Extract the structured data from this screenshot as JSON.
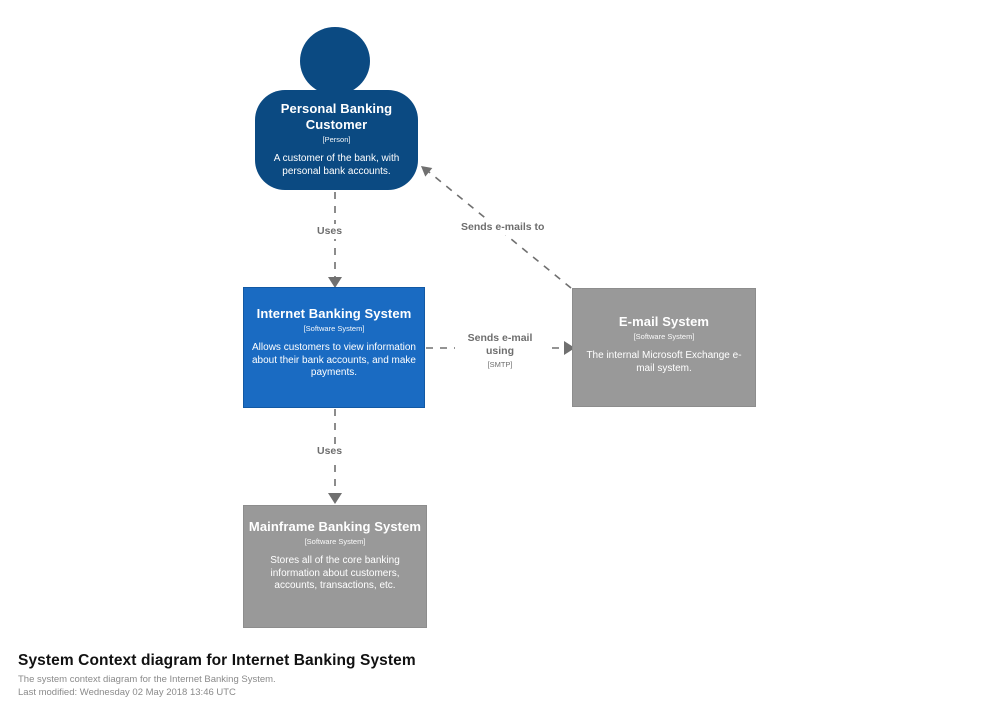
{
  "diagram": {
    "person": {
      "name": "Personal Banking Customer",
      "type": "[Person]",
      "description": "A customer of the bank, with personal bank accounts."
    },
    "internet_banking_system": {
      "name": "Internet Banking System",
      "type": "[Software System]",
      "description": "Allows customers to view information about their bank accounts, and make payments."
    },
    "email_system": {
      "name": "E-mail System",
      "type": "[Software System]",
      "description": "The internal Microsoft Exchange e-mail system."
    },
    "mainframe_banking_system": {
      "name": "Mainframe Banking System",
      "type": "[Software System]",
      "description": "Stores all of the core banking information about customers, accounts, transactions, etc."
    },
    "relationships": {
      "customer_uses_ibs": "Uses",
      "email_sends_to_customer": "Sends e-mails to",
      "ibs_sends_email_using": "Sends e-mail using",
      "ibs_sends_email_tech": "[SMTP]",
      "ibs_uses_mainframe": "Uses"
    },
    "colors": {
      "person_fill": "#0b4a82",
      "internal_system_fill": "#1a6bc2",
      "external_system_fill": "#999999",
      "relationship_gray": "#707070"
    }
  },
  "footer": {
    "title": "System Context diagram for Internet Banking System",
    "subtitle": "The system context diagram for the Internet Banking System.",
    "last_modified": "Last modified: Wednesday 02 May 2018 13:46 UTC"
  }
}
